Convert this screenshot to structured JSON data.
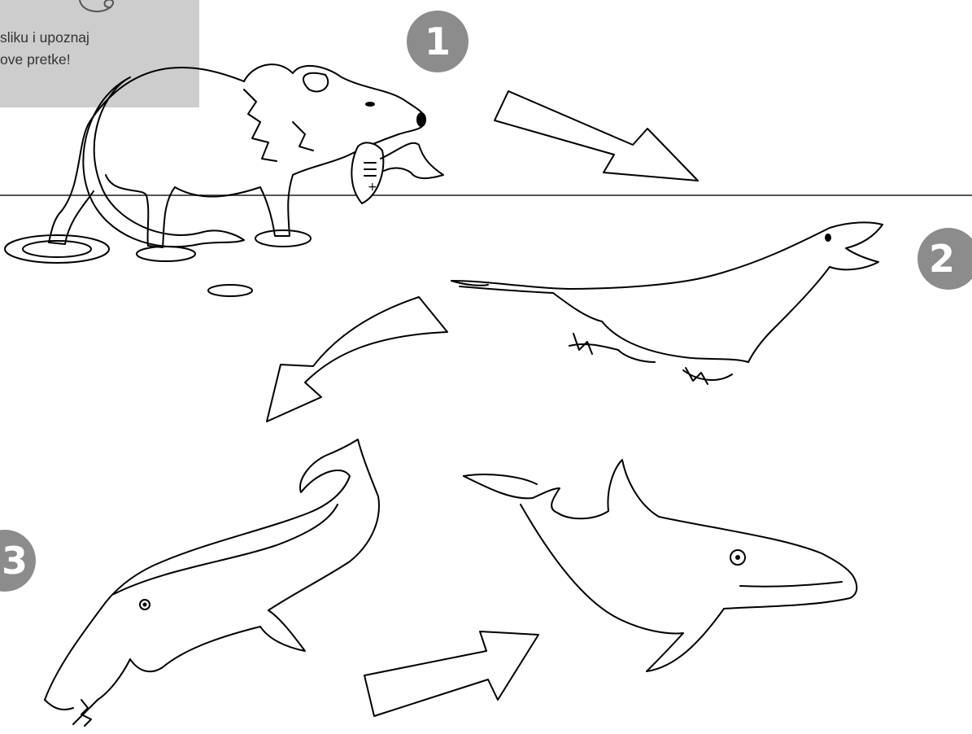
{
  "instruction": {
    "line1": "sliku i upoznaj",
    "line2": "ove pretke!"
  },
  "steps": [
    {
      "number": "1"
    },
    {
      "number": "2"
    },
    {
      "number": "3"
    }
  ],
  "colors": {
    "box": "#cdcdcd",
    "badge": "#8c8c8c",
    "ink": "#000000"
  },
  "icons": [
    "stage-1-land-animal",
    "stage-2-swimming-animal",
    "stage-3-early-whale",
    "dolphin",
    "arrow"
  ]
}
